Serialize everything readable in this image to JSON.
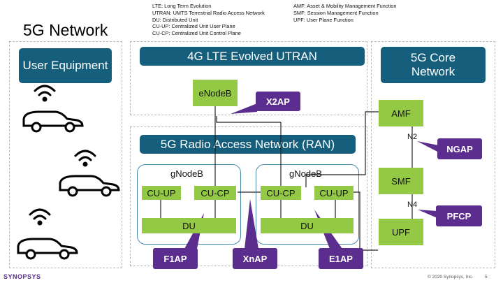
{
  "title": "5G Network",
  "legend_left": [
    "LTE: Long Term Evolution",
    "UTRAN: UMTS Terrestrial Radio Access Network",
    "DU: Distributed Unit",
    "CU-UP: Centralized Unit User Plane",
    "CU-CP: Centralized Unit Control Plane"
  ],
  "legend_right": [
    "AMF: Asset & Mobility Management Function",
    "SMF: Session Management Function",
    "UPF: User Plane Function"
  ],
  "headers": {
    "user_equipment": "User Equipment",
    "lte": "4G LTE Evolved UTRAN",
    "ran": "5G Radio Access Network (RAN)",
    "core": "5G Core Network"
  },
  "nodes": {
    "enodeb": "eNodeB",
    "gnodeb_left": "gNodeB",
    "gnodeb_right": "gNodeB",
    "cu_up_left": "CU-UP",
    "cu_cp_left": "CU-CP",
    "du_left": "DU",
    "cu_cp_right": "CU-CP",
    "cu_up_right": "CU-UP",
    "du_right": "DU",
    "amf": "AMF",
    "smf": "SMF",
    "upf": "UPF"
  },
  "interfaces": {
    "x2ap": "X2AP",
    "ngap": "NGAP",
    "pfcp": "PFCP",
    "f1ap": "F1AP",
    "xnap": "XnAP",
    "e1ap": "E1AP",
    "n2": "N2",
    "n4": "N4"
  },
  "footer": {
    "logo": "SYNOPSYS",
    "copyright": "© 2020 Synopsys, Inc.",
    "page": "5"
  },
  "icons": [
    "car-icon",
    "wireless-signal-icon"
  ],
  "colors": {
    "header_blue": "#155f7d",
    "node_green": "#93c945",
    "interface_purple": "#5b2d8e"
  }
}
